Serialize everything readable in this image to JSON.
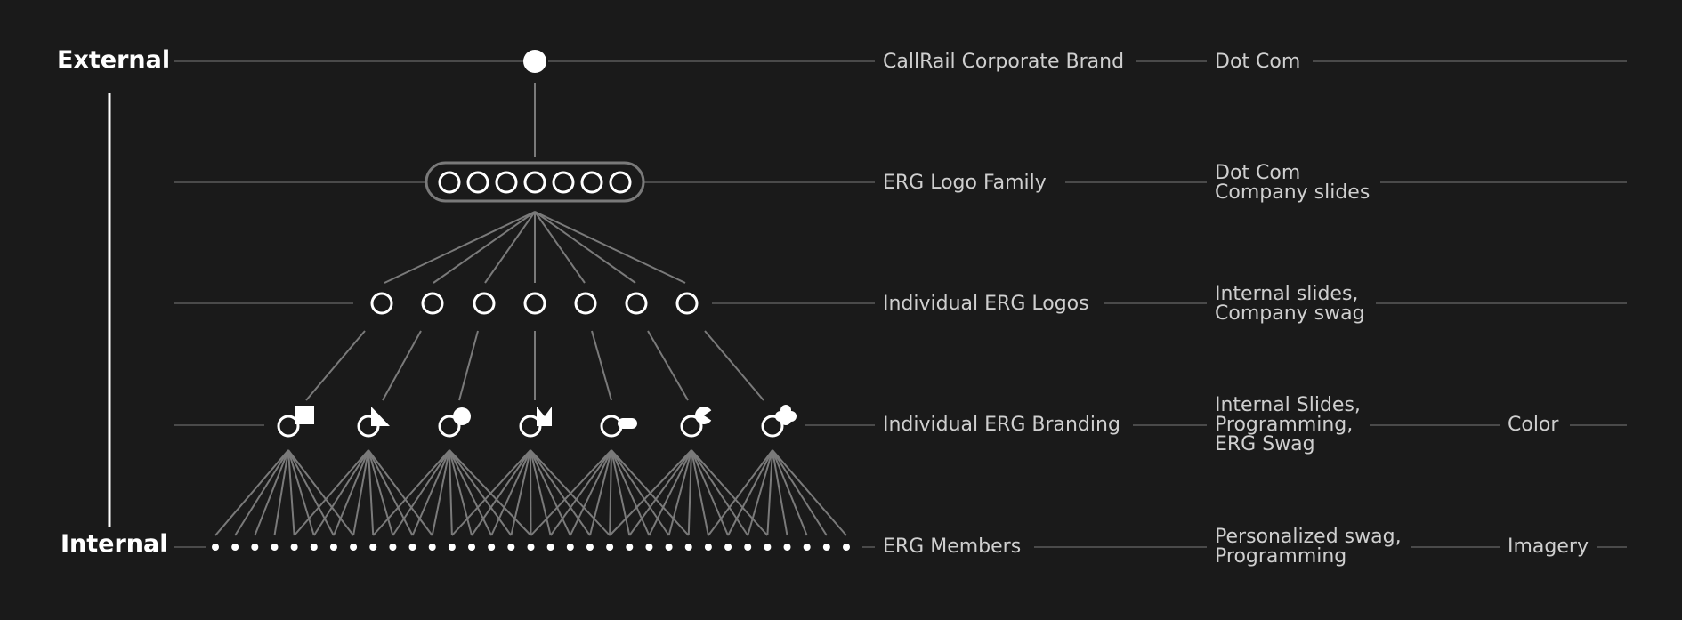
{
  "side_labels": {
    "top": "External",
    "bottom": "Internal"
  },
  "tiers": [
    {
      "name": "CallRail Corporate Brand",
      "use": [
        "Dot Com"
      ],
      "extra": ""
    },
    {
      "name": "ERG Logo Family",
      "use": [
        "Dot Com",
        "Company slides"
      ],
      "extra": ""
    },
    {
      "name": "Individual ERG Logos",
      "use": [
        "Internal slides,",
        "Company swag"
      ],
      "extra": ""
    },
    {
      "name": "Individual ERG Branding",
      "use": [
        "Internal Slides,",
        "Programming,",
        "ERG Swag"
      ],
      "extra": "Color"
    },
    {
      "name": "ERG Members",
      "use": [
        "Personalized swag,",
        "Programming"
      ],
      "extra": "Imagery"
    }
  ],
  "erg_count": 7,
  "member_count": 33,
  "branding_shapes": [
    "square",
    "triangle",
    "circle",
    "bowtie",
    "pill",
    "pacman",
    "clover"
  ],
  "colors": {
    "background": "#1a1a1a",
    "line": "#4a4a4a",
    "connector": "#7a7a7a",
    "mark": "#ffffff",
    "text": "#cfcfcf"
  }
}
